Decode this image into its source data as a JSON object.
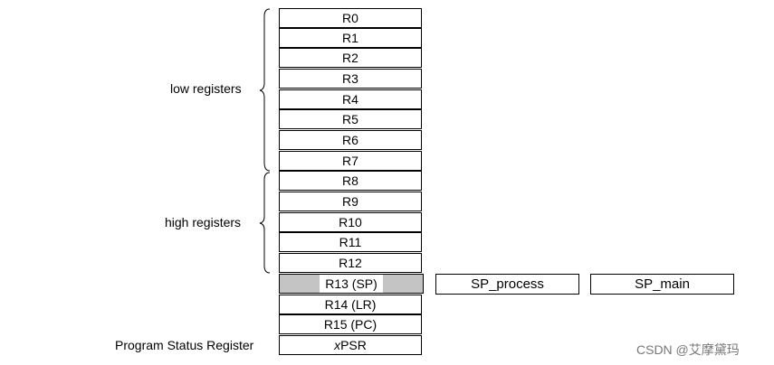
{
  "registers": {
    "r0": "R0",
    "r1": "R1",
    "r2": "R2",
    "r3": "R3",
    "r4": "R4",
    "r5": "R5",
    "r6": "R6",
    "r7": "R7",
    "r8": "R8",
    "r9": "R9",
    "r10": "R10",
    "r11": "R11",
    "r12": "R12",
    "r13": "R13 (SP)",
    "r14": "R14 (LR)",
    "r15": "R15 (PC)",
    "xpsr_prefix": "x",
    "xpsr_suffix": "PSR"
  },
  "stack_pointers": {
    "process": "SP_process",
    "main": "SP_main"
  },
  "labels": {
    "low": "low registers",
    "high": "high registers",
    "psr": "Program Status Register"
  },
  "watermark": "CSDN @艾摩黛玛",
  "colors": {
    "sp_shade": "#c4c4c4",
    "border": "#000000"
  }
}
